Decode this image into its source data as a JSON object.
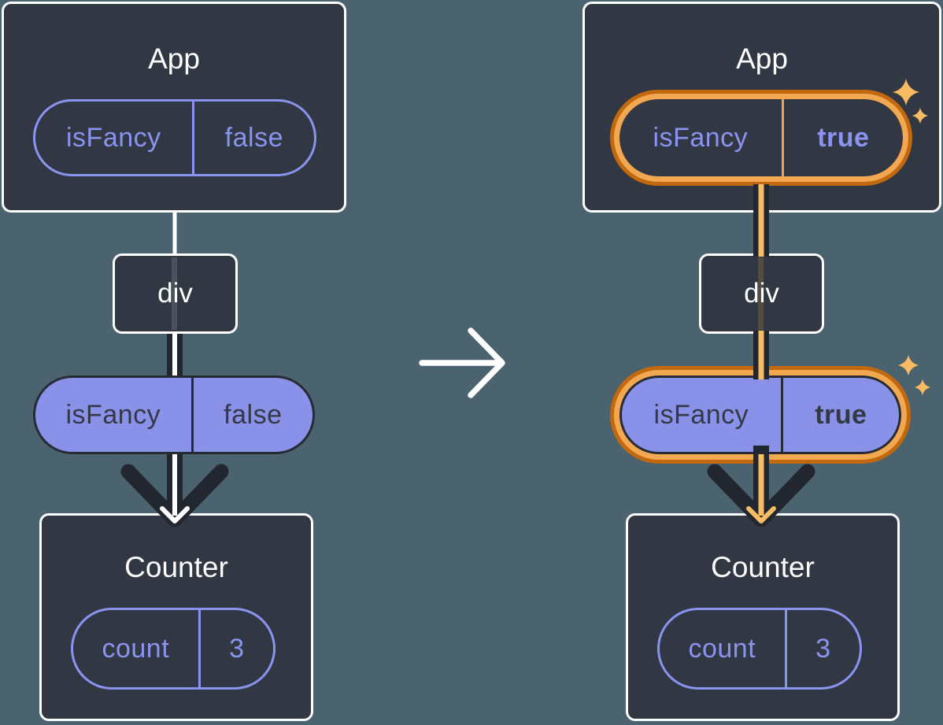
{
  "diagram_title": "isFancy state change passed down as props (before and after)",
  "before": {
    "app": {
      "title": "App",
      "state": {
        "label": "isFancy",
        "value": "false"
      }
    },
    "div_node": {
      "title": "div"
    },
    "prop": {
      "label": "isFancy",
      "value": "false"
    },
    "counter": {
      "title": "Counter",
      "state": {
        "label": "count",
        "value": "3"
      }
    }
  },
  "after": {
    "app": {
      "title": "App",
      "state": {
        "label": "isFancy",
        "value": "true"
      }
    },
    "div_node": {
      "title": "div"
    },
    "prop": {
      "label": "isFancy",
      "value": "true"
    },
    "counter": {
      "title": "Counter",
      "state": {
        "label": "count",
        "value": "3"
      }
    }
  },
  "icons": {
    "transition": "right-arrow-icon",
    "highlight": "sparkle-icon",
    "flow": "down-arrow-icon"
  },
  "colors": {
    "background": "#4B636E",
    "card_fill": "#313743",
    "card_border": "#FFFFFF",
    "purple_accent": "#8A94F0",
    "prop_pill_fill": "#8A91E8",
    "dark_text": "#333945",
    "arrow_dark": "#22262E",
    "highlight_orange": "#F2A850",
    "highlight_orange_dark": "#C2690F",
    "highlight_core": "#F8BC64",
    "sparkle": "#F8BB62"
  }
}
